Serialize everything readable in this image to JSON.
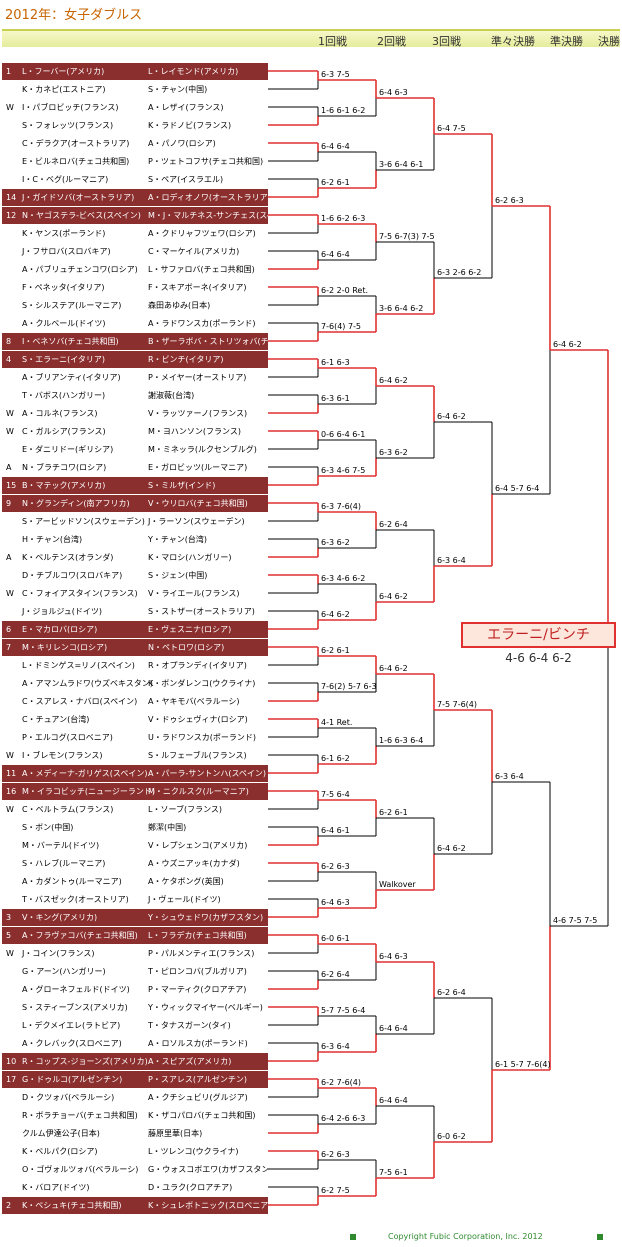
{
  "title": "2012年：女子ダブルス",
  "rounds": [
    "1回戦",
    "2回戦",
    "3回戦",
    "準々決勝",
    "準決勝",
    "決勝"
  ],
  "entries": [
    {
      "tag": "1",
      "p1": "L・フーバー(アメリカ)",
      "p2": "L・レイモンド(アメリカ)",
      "seed": true
    },
    {
      "tag": "",
      "p1": "K・カネピ(エストニア)",
      "p2": "S・チャン(中国)",
      "seed": false
    },
    {
      "tag": "W",
      "p1": "I・パブロビッチ(フランス)",
      "p2": "A・レザイ(フランス)",
      "seed": false
    },
    {
      "tag": "",
      "p1": "S・フォレッツ(フランス)",
      "p2": "K・ラドノビ(フランス)",
      "seed": false
    },
    {
      "tag": "",
      "p1": "C・デラクア(オーストラリア)",
      "p2": "A・パノワ(ロシア)",
      "seed": false
    },
    {
      "tag": "",
      "p1": "E・ビルネロバ(チェコ共和国)",
      "p2": "P・ツェトコフサ(チェコ共和国)",
      "seed": false
    },
    {
      "tag": "",
      "p1": "I・C・ベグ(ルーマニア)",
      "p2": "S・ペア(イスラエル)",
      "seed": false
    },
    {
      "tag": "14",
      "p1": "J・ガイドソバ(オーストラリア)",
      "p2": "A・ロディオノワ(オーストラリア)",
      "seed": true
    },
    {
      "tag": "12",
      "p1": "N・ヤゴステラ-ビベス(スペイン)",
      "p2": "M・J・マルチネス-サンチェス(スペイン)",
      "seed": true
    },
    {
      "tag": "",
      "p1": "K・ヤンス(ポーランド)",
      "p2": "A・クドリャフツェワ(ロシア)",
      "seed": false
    },
    {
      "tag": "",
      "p1": "J・フサロバ(スロバキア)",
      "p2": "C・マーケイル(アメリカ)",
      "seed": false
    },
    {
      "tag": "",
      "p1": "A・パブリュチェンコワ(ロシア)",
      "p2": "L・サファロバ(チェコ共和国)",
      "seed": false
    },
    {
      "tag": "",
      "p1": "F・ペネッタ(イタリア)",
      "p2": "F・スキアボーネ(イタリア)",
      "seed": false
    },
    {
      "tag": "",
      "p1": "S・シルステア(ルーマニア)",
      "p2": "森田あゆみ(日本)",
      "seed": false
    },
    {
      "tag": "",
      "p1": "A・クルベール(ドイツ)",
      "p2": "A・ラドワンスカ(ポーランド)",
      "seed": false
    },
    {
      "tag": "8",
      "p1": "I・ベネソバ(チェコ共和国)",
      "p2": "B・ザーラボバ・ストリツォバ(チェコ共和国)",
      "seed": true
    },
    {
      "tag": "4",
      "p1": "S・エラーニ(イタリア)",
      "p2": "R・ビンチ(イタリア)",
      "seed": true
    },
    {
      "tag": "",
      "p1": "A・ブリアンティ(イタリア)",
      "p2": "P・メイヤー(オーストリア)",
      "seed": false
    },
    {
      "tag": "",
      "p1": "T・バボス(ハンガリー)",
      "p2": "謝淑薇(台湾)",
      "seed": false
    },
    {
      "tag": "W",
      "p1": "A・コルネ(フランス)",
      "p2": "V・ラッツァーノ(フランス)",
      "seed": false
    },
    {
      "tag": "W",
      "p1": "C・ガルシア(フランス)",
      "p2": "M・ヨハンソン(フランス)",
      "seed": false
    },
    {
      "tag": "",
      "p1": "E・ダニリドー(ギリシア)",
      "p2": "M・ミネッラ(ルクセンブルグ)",
      "seed": false
    },
    {
      "tag": "A",
      "p1": "N・ブラチコワ(ロシア)",
      "p2": "E・ガロビッツ(ルーマニア)",
      "seed": false
    },
    {
      "tag": "15",
      "p1": "B・マテック(アメリカ)",
      "p2": "S・ミルザ(インド)",
      "seed": true
    },
    {
      "tag": "9",
      "p1": "N・グランディン(南アフリカ)",
      "p2": "V・ウリロバ(チェコ共和国)",
      "seed": true
    },
    {
      "tag": "",
      "p1": "S・アービッドソン(スウェーデン)",
      "p2": "J・ラーソン(スウェーデン)",
      "seed": false
    },
    {
      "tag": "",
      "p1": "H・チャン(台湾)",
      "p2": "Y・チャン(台湾)",
      "seed": false
    },
    {
      "tag": "A",
      "p1": "K・ベルテンス(オランダ)",
      "p2": "K・マロシ(ハンガリー)",
      "seed": false
    },
    {
      "tag": "",
      "p1": "D・チブルコワ(スロバキア)",
      "p2": "S・ジェン(中国)",
      "seed": false
    },
    {
      "tag": "W",
      "p1": "C・フォイアスタイン(フランス)",
      "p2": "V・ライエール(フランス)",
      "seed": false
    },
    {
      "tag": "",
      "p1": "J・ジョルジュ(ドイツ)",
      "p2": "S・ストザー(オーストラリア)",
      "seed": false
    },
    {
      "tag": "6",
      "p1": "E・マカロバ(ロシア)",
      "p2": "E・ヴェスニナ(ロシア)",
      "seed": true
    },
    {
      "tag": "7",
      "p1": "M・キリレンコ(ロシア)",
      "p2": "N・ペトロワ(ロシア)",
      "seed": true
    },
    {
      "tag": "",
      "p1": "L・ドミンゲス=リノ(スペイン)",
      "p2": "R・オプランディ(イタリア)",
      "seed": false
    },
    {
      "tag": "",
      "p1": "A・アマンムラドワ(ウズベキスタン)",
      "p2": "K・ボンダレンコ(ウクライナ)",
      "seed": false
    },
    {
      "tag": "",
      "p1": "C・スアレス・ナバロ(スペイン)",
      "p2": "A・ヤキモバ(ベラルーシ)",
      "seed": false
    },
    {
      "tag": "",
      "p1": "C・チュアン(台湾)",
      "p2": "V・ドゥシェヴィナ(ロシア)",
      "seed": false
    },
    {
      "tag": "",
      "p1": "P・エルコグ(スロベニア)",
      "p2": "U・ラドワンスカ(ポーランド)",
      "seed": false
    },
    {
      "tag": "W",
      "p1": "I・ブレモン(フランス)",
      "p2": "S・ルフェーブル(フランス)",
      "seed": false
    },
    {
      "tag": "11",
      "p1": "A・メディーナ-ガリゲス(スペイン)",
      "p2": "A・パーラ-サントンハ(スペイン)",
      "seed": true
    },
    {
      "tag": "16",
      "p1": "M・イラコビッチ(ニュージーランド)",
      "p2": "M・ニクルスク(ルーマニア)",
      "seed": true
    },
    {
      "tag": "W",
      "p1": "C・ベルトラム(フランス)",
      "p2": "L・ソーブ(フランス)",
      "seed": false
    },
    {
      "tag": "",
      "p1": "S・ボン(中国)",
      "p2": "鄭潔(中国)",
      "seed": false
    },
    {
      "tag": "",
      "p1": "M・バーテル(ドイツ)",
      "p2": "V・レプシェンコ(アメリカ)",
      "seed": false
    },
    {
      "tag": "",
      "p1": "S・ハレブ(ルーマニア)",
      "p2": "A・ウズニアッキ(カナダ)",
      "seed": false
    },
    {
      "tag": "",
      "p1": "A・カダントゥ(ルーマニア)",
      "p2": "A・ケタボング(英国)",
      "seed": false
    },
    {
      "tag": "",
      "p1": "T・バスゼック(オーストリア)",
      "p2": "J・ヴェール(ドイツ)",
      "seed": false
    },
    {
      "tag": "3",
      "p1": "V・キング(アメリカ)",
      "p2": "Y・シュウェドワ(カザフスタン)",
      "seed": true
    },
    {
      "tag": "5",
      "p1": "A・フラヴァコバ(チェコ共和国)",
      "p2": "L・フラデカ(チェコ共和国)",
      "seed": true
    },
    {
      "tag": "W",
      "p1": "J・コイン(フランス)",
      "p2": "P・パルメンティエ(フランス)",
      "seed": false
    },
    {
      "tag": "",
      "p1": "G・アーン(ハンガリー)",
      "p2": "T・ピロンコバ(ブルガリア)",
      "seed": false
    },
    {
      "tag": "",
      "p1": "A・グローネフェルド(ドイツ)",
      "p2": "P・マーティク(クロアチア)",
      "seed": false
    },
    {
      "tag": "",
      "p1": "S・スティーブンス(アメリカ)",
      "p2": "Y・ウィックマイヤー(ベルギー)",
      "seed": false
    },
    {
      "tag": "",
      "p1": "L・デクメイエレ(ラトビア)",
      "p2": "T・タナスガーン(タイ)",
      "seed": false
    },
    {
      "tag": "",
      "p1": "A・クレバック(スロベニア)",
      "p2": "A・ロソルスカ(ポーランド)",
      "seed": false
    },
    {
      "tag": "10",
      "p1": "R・コップス-ジョーンズ(アメリカ)",
      "p2": "A・スピアズ(アメリカ)",
      "seed": true
    },
    {
      "tag": "17",
      "p1": "G・ドゥルコ(アルゼンチン)",
      "p2": "P・スアレス(アルゼンチン)",
      "seed": true
    },
    {
      "tag": "",
      "p1": "D・クツォバ(ベラルーシ)",
      "p2": "A・クチシュビリ(グルジア)",
      "seed": false
    },
    {
      "tag": "",
      "p1": "R・ボラチョーバ(チェコ共和国)",
      "p2": "K・ザコパロバ(チェコ共和国)",
      "seed": false
    },
    {
      "tag": "",
      "p1": "クルム伊達公子(日本)",
      "p2": "藤原里華(日本)",
      "seed": false
    },
    {
      "tag": "",
      "p1": "K・ベルパク(ロシア)",
      "p2": "L・ツレンコ(ウクライナ)",
      "seed": false
    },
    {
      "tag": "",
      "p1": "O・ゴヴォルツォバ(ベラルーシ)",
      "p2": "G・ウォスコボエワ(カザフスタン)",
      "seed": false
    },
    {
      "tag": "",
      "p1": "K・バロア(ドイツ)",
      "p2": "D・ユラク(クロアチア)",
      "seed": false
    },
    {
      "tag": "2",
      "p1": "K・ペシュキ(チェコ共和国)",
      "p2": "K・シュレボトニック(スロベニア)",
      "seed": true
    }
  ],
  "scores_r1": [
    "6-3 7-5",
    "1-6 6-1 6-2",
    "6-4 6-4",
    "6-2 6-1",
    "1-6 6-2 6-3",
    "6-4 6-4",
    "6-2 2-0 Ret.",
    "7-6(4) 7-5",
    "6-1 6-3",
    "6-3 6-1",
    "0-6 6-4 6-1",
    "6-3 4-6 7-5",
    "6-3 7-6(4)",
    "6-3 6-2",
    "6-3 4-6 6-2",
    "6-4 6-2",
    "6-2 6-1",
    "7-6(2) 5-7 6-3",
    "4-1 Ret.",
    "6-1 6-2",
    "7-5 6-4",
    "6-4 6-1",
    "6-2 6-3",
    "6-4 6-3",
    "6-0 6-1",
    "6-2 6-4",
    "5-7 7-5 6-4",
    "6-3 6-4",
    "6-2 7-6(4)",
    "6-4 2-6 6-3",
    "6-2 6-3",
    "6-2 7-5"
  ],
  "scores_r2": [
    "6-4 6-3",
    "3-6 6-4 6-1",
    "7-5 6-7(3) 7-5",
    "3-6 6-4 6-2",
    "6-4 6-2",
    "6-3 6-2",
    "6-2 6-4",
    "6-4 6-2",
    "6-4 6-2",
    "1-6 6-3 6-4",
    "6-2 6-1",
    "Walkover",
    "6-4 6-3",
    "6-4 6-4",
    "6-4 6-4",
    "7-5 6-1"
  ],
  "scores_r3": [
    "6-4 7-5",
    "6-3 2-6 6-2",
    "6-4 6-2",
    "6-3 6-4",
    "7-5 7-6(4)",
    "6-4 6-2",
    "6-2 6-4",
    "6-0 6-2"
  ],
  "scores_qf": [
    "6-2 6-3",
    "6-4 5-7 6-4",
    "6-3 6-4",
    "6-1 5-7 7-6(4)"
  ],
  "scores_sf": [
    "6-4 6-2",
    "4-6 7-5 7-5"
  ],
  "champion": "エラーニ/ビンチ",
  "final_score": "4-6 6-4 6-2",
  "footer": "Copyright Fubic Corporation, Inc. 2012",
  "colors": {
    "seed_bg": "#8b2e2e",
    "bracket_red": "#e03030",
    "title": "#c86400"
  }
}
